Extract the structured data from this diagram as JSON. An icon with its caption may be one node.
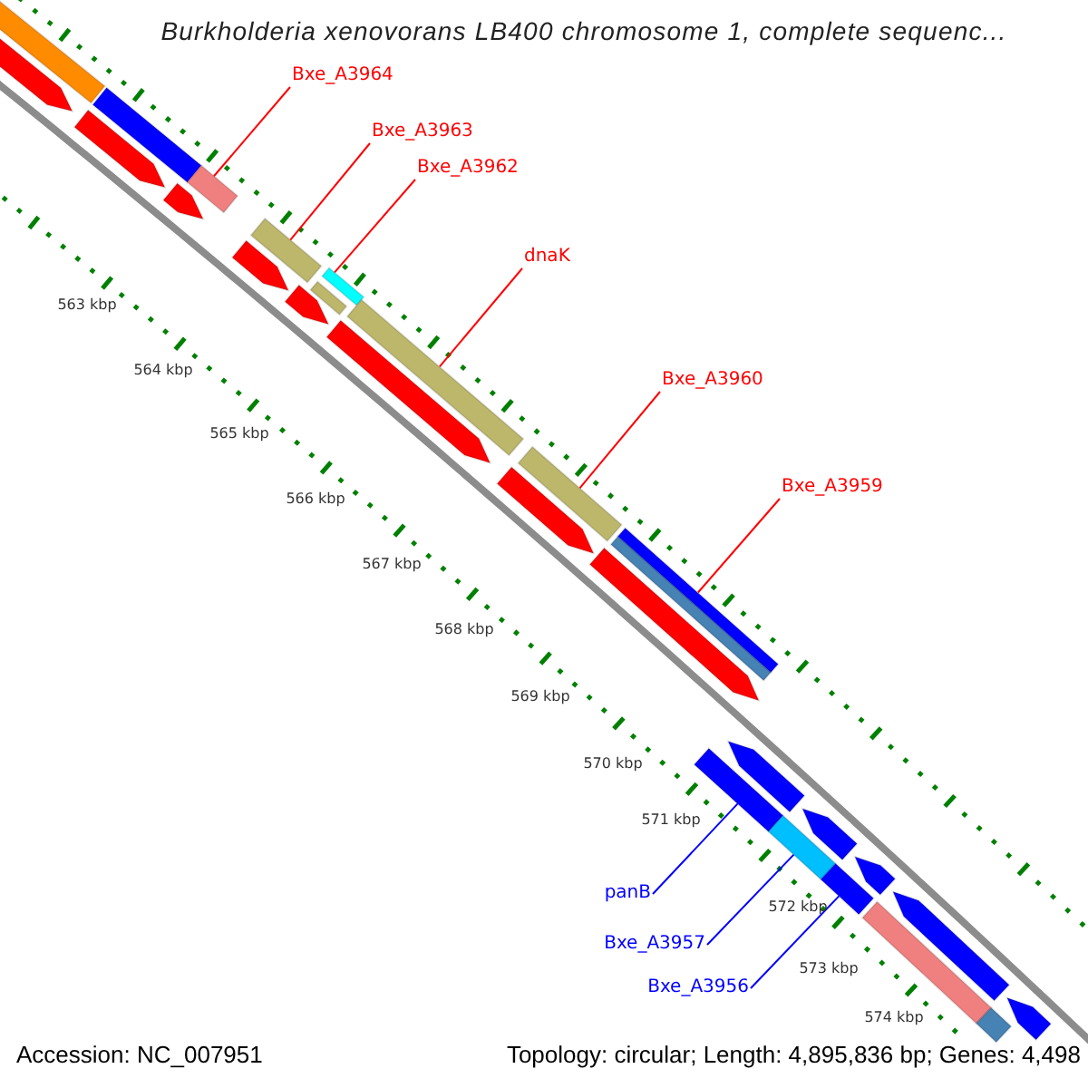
{
  "diagram": {
    "title": "Burkholderia xenovorans LB400 chromosome 1, complete sequenc...",
    "nodes": [
      {
        "text": [
          "Bxe_A3964"
        ]
      },
      {
        "text": [
          "Bxe_A3963"
        ]
      },
      {
        "text": [
          "Bxe_A3962"
        ]
      },
      {
        "text": [
          "dnaK"
        ]
      },
      {
        "text": [
          "Bxe_A3960"
        ]
      },
      {
        "text": [
          "Bxe_A3959"
        ]
      },
      {
        "text": [
          "panB"
        ]
      },
      {
        "text": [
          "Bxe_A3957"
        ]
      },
      {
        "text": [
          "Bxe_A3956"
        ]
      },
      {
        "text": [],
        "shape": "bar"
      },
      {
        "text": [],
        "shape": "bar"
      },
      {
        "text": [],
        "shape": "bar"
      },
      {
        "text": [],
        "shape": "bar"
      },
      {
        "text": [],
        "shape": "bar"
      },
      {
        "text": [],
        "shape": "bar"
      },
      {
        "text": [],
        "shape": "bar"
      },
      {
        "text": [],
        "shape": "bar"
      },
      {
        "text": [],
        "shape": "bar"
      },
      {
        "text": [],
        "shape": "arrow"
      }
    ],
    "edges": [
      {
        "from": 0,
        "to": 9,
        "arrow": "none"
      },
      {
        "from": 1,
        "to": 10,
        "arrow": "none"
      },
      {
        "from": 2,
        "to": 11,
        "arrow": "none"
      },
      {
        "from": 3,
        "to": 12,
        "arrow": "none"
      },
      {
        "from": 4,
        "to": 13,
        "arrow": "none"
      },
      {
        "from": 5,
        "to": 14,
        "arrow": "none"
      },
      {
        "from": 6,
        "to": 15,
        "arrow": "none",
        "color": "#0000ff"
      },
      {
        "from": 7,
        "to": 16,
        "arrow": "none",
        "color": "#0000ff"
      },
      {
        "from": 8,
        "to": 17,
        "arrow": "none",
        "color": "#0000ff"
      }
    ],
    "labels": [
      "563 kbp",
      "564 kbp",
      "565 kbp",
      "566 kbp",
      "567 kbp",
      "568 kbp",
      "569 kbp",
      "570 kbp",
      "571 kbp",
      "572 kbp",
      "573 kbp",
      "574 kbp",
      "Accession: NC_007951",
      "Topology: circular; Length: 4,895,836 bp; Genes: 4,498"
    ]
  }
}
